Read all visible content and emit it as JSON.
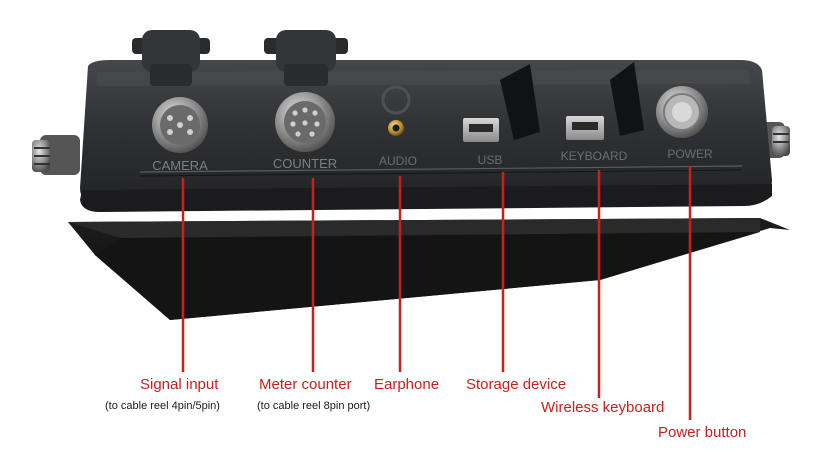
{
  "ports": {
    "camera": {
      "label": "CAMERA"
    },
    "counter": {
      "label": "COUNTER"
    },
    "audio": {
      "label": "AUDIO"
    },
    "usb": {
      "label": "USB"
    },
    "keyboard": {
      "label": "KEYBOARD"
    },
    "power": {
      "label": "POWER"
    }
  },
  "callouts": {
    "signal_input": {
      "title": "Signal input",
      "note": "(to cable reel 4pin/5pin)"
    },
    "meter_counter": {
      "title": "Meter counter",
      "note": "(to cable reel 8pin port)"
    },
    "earphone": {
      "title": "Earphone"
    },
    "storage_device": {
      "title": "Storage device"
    },
    "wireless_keyboard": {
      "title": "Wireless keyboard"
    },
    "power_button": {
      "title": "Power button"
    }
  },
  "colors": {
    "callout_text": "#c8201e",
    "callout_line": "#c8201e",
    "note_text": "#1a1a1a",
    "case_body": "#2b2c2e",
    "case_top": "#3a3b3d"
  }
}
